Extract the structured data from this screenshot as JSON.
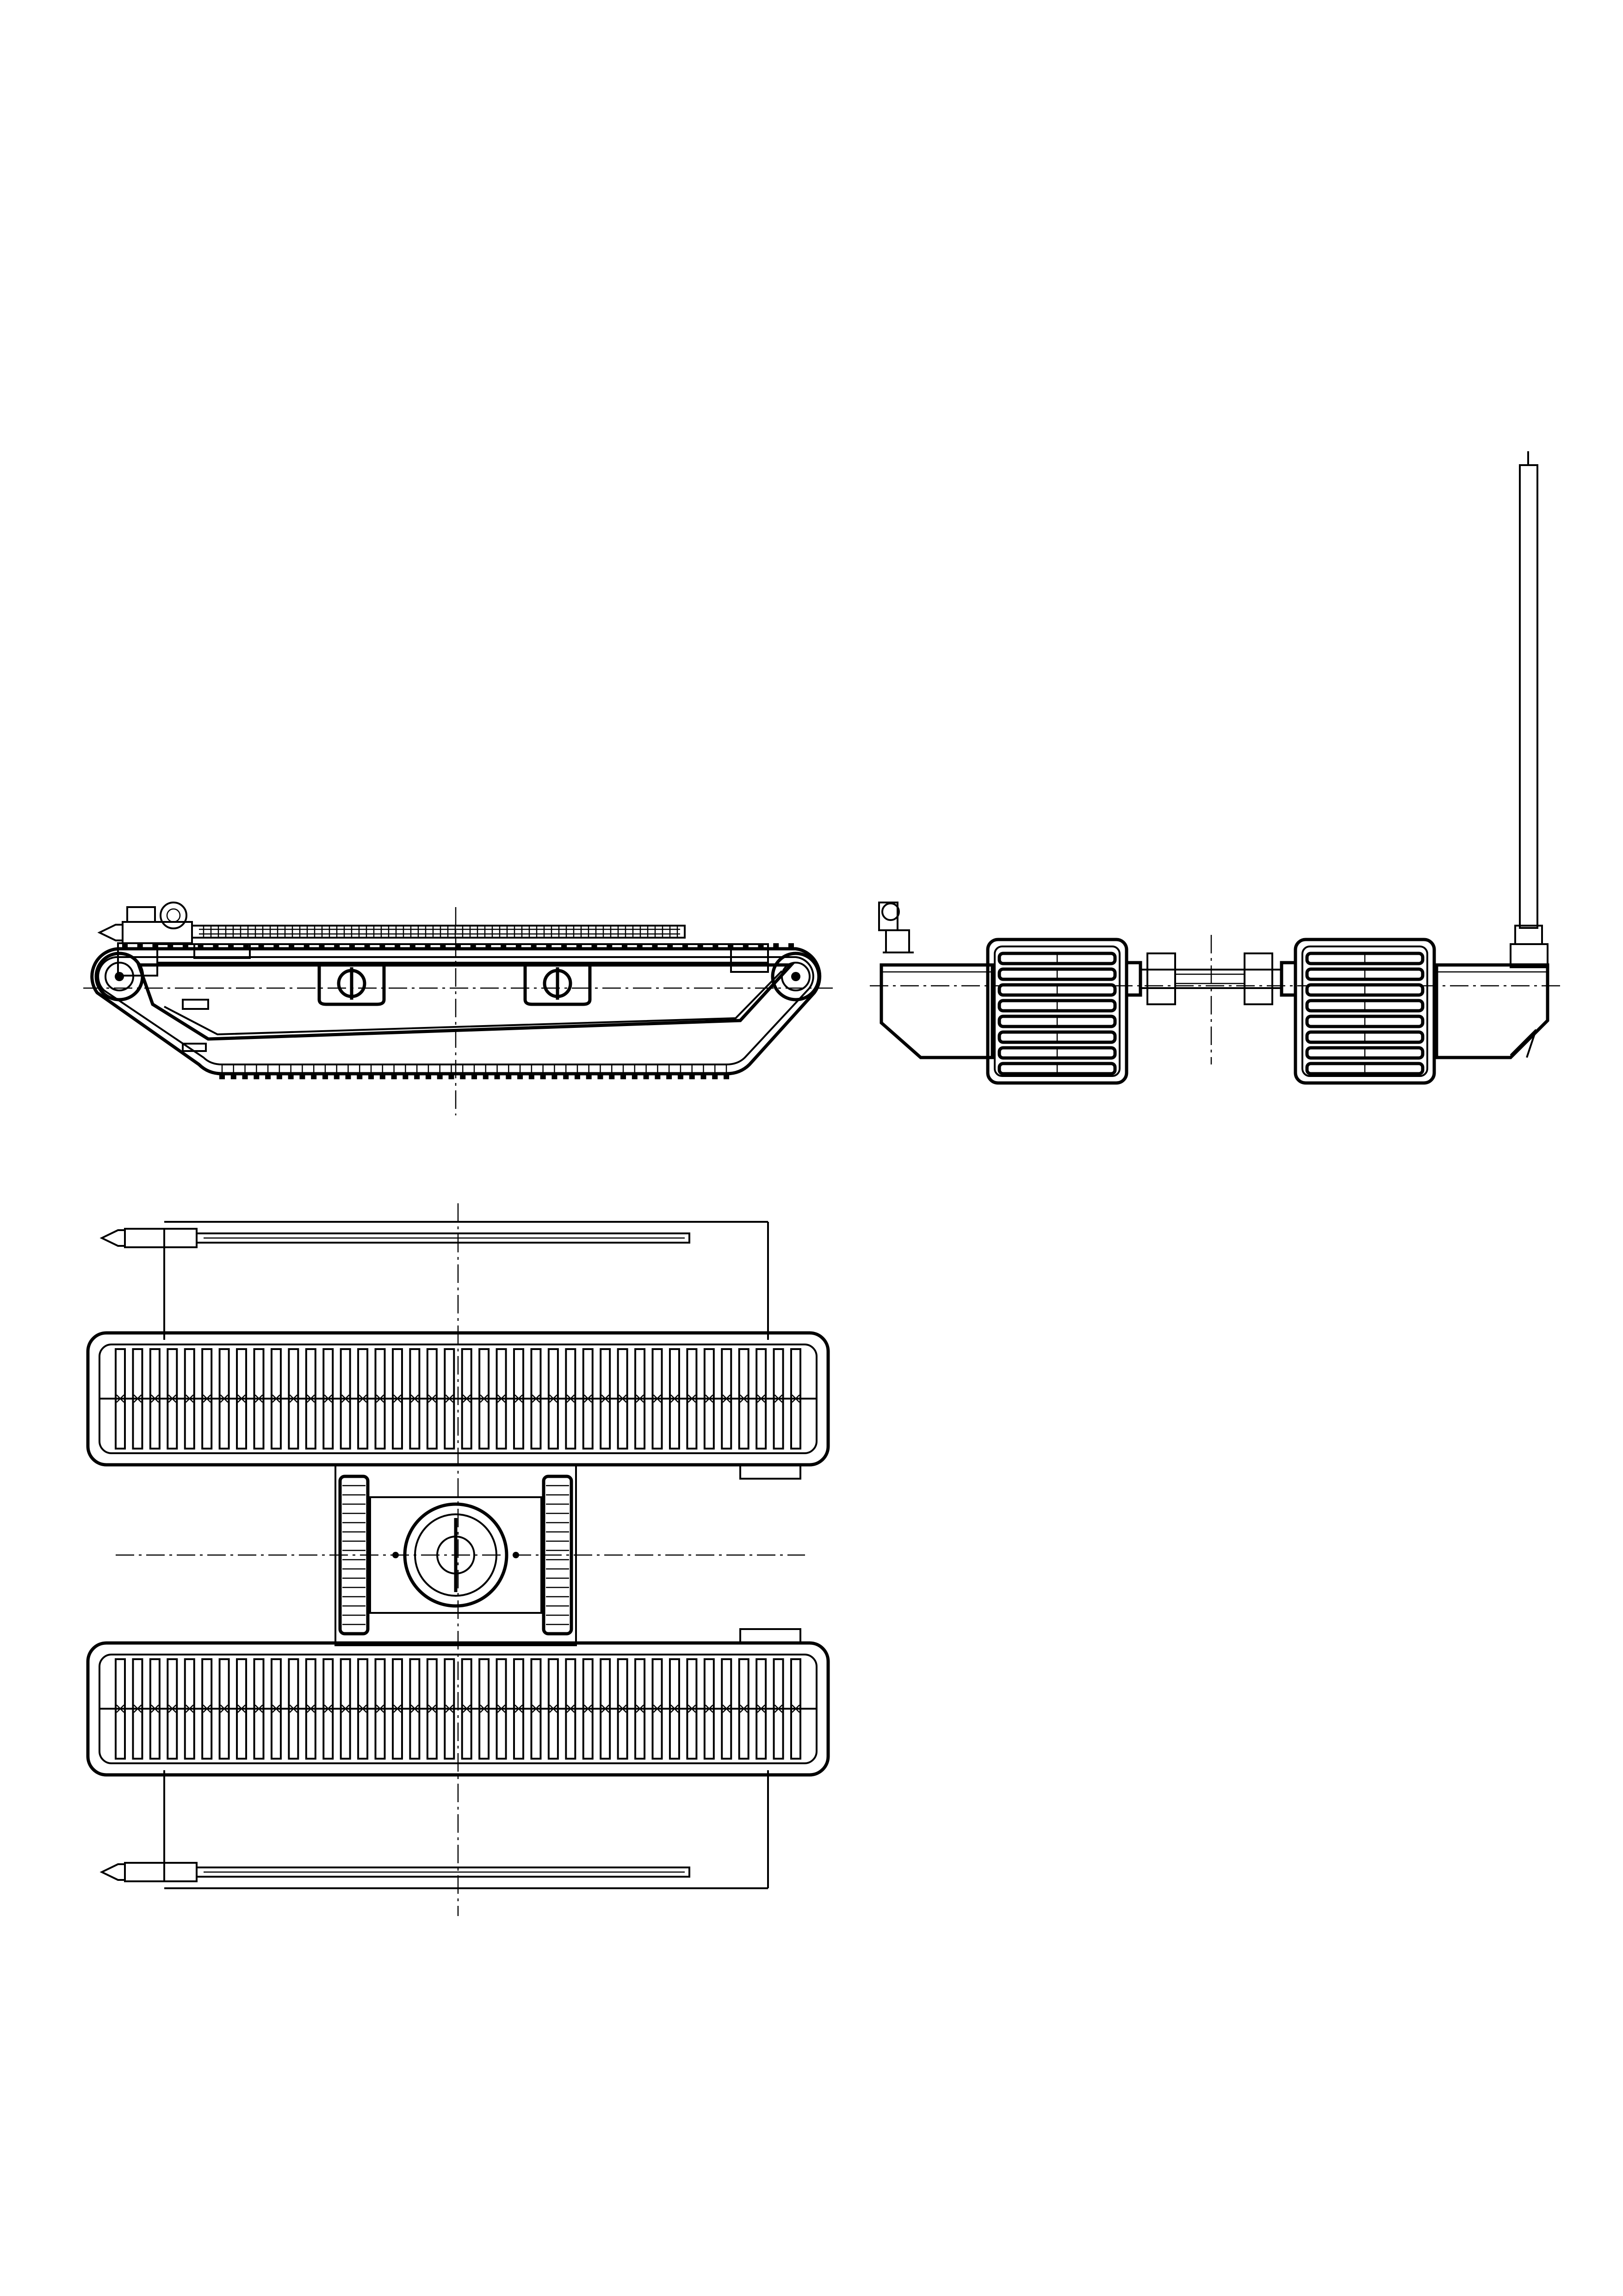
{
  "drawing": {
    "views": [
      {
        "name": "side-view"
      },
      {
        "name": "end-view"
      },
      {
        "name": "plan-view"
      }
    ],
    "side_view": {
      "bolt_plates": 2,
      "track_pitch_count": 44
    },
    "end_view": {
      "shoe_rows": 8
    },
    "plan_view": {
      "track_cross_members": 40,
      "spud_poles": 2
    }
  }
}
